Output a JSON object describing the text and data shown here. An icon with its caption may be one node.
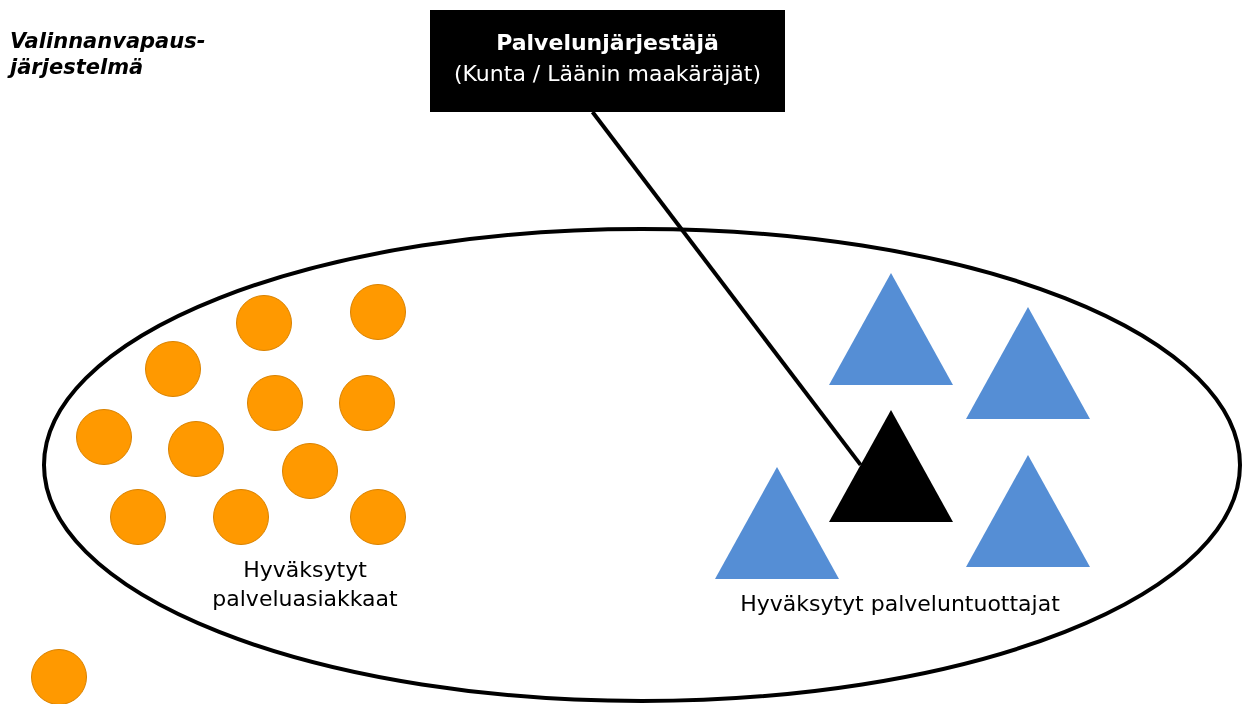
{
  "diagram": {
    "title": "Valinnanvapaus-järjestelmä",
    "nodes": [
      {
        "text": [
          "Palvelunjärjestäjä",
          "(Kunta / Läänin maakäräjät)"
        ]
      },
      {
        "text": [],
        "shape": "ellipse"
      },
      {
        "text": [],
        "shape": "circle",
        "in": 1
      },
      {
        "text": [],
        "shape": "circle",
        "in": 1
      },
      {
        "text": [],
        "shape": "circle",
        "in": 1
      },
      {
        "text": [],
        "shape": "circle",
        "in": 1
      },
      {
        "text": [],
        "shape": "circle",
        "in": 1
      },
      {
        "text": [],
        "shape": "circle",
        "in": 1
      },
      {
        "text": [],
        "shape": "circle",
        "in": 1
      },
      {
        "text": [],
        "shape": "circle",
        "in": 1
      },
      {
        "text": [],
        "shape": "circle",
        "in": 1
      },
      {
        "text": [],
        "shape": "circle",
        "in": 1
      },
      {
        "text": [],
        "shape": "circle",
        "in": 1
      },
      {
        "text": [],
        "shape": "circle"
      },
      {
        "text": [],
        "shape": "triangle",
        "in": 1
      },
      {
        "text": [],
        "shape": "triangle",
        "in": 1
      },
      {
        "text": [],
        "shape": "triangle",
        "in": 1
      },
      {
        "text": [],
        "shape": "triangle",
        "in": 1
      },
      {
        "text": [],
        "shape": "triangle",
        "in": 1
      }
    ],
    "edges": [
      {
        "from": 0,
        "to": 16,
        "arrow": "none"
      }
    ],
    "labels": [
      "Hyväksytyt palveluasiakkaat",
      "Hyväksytyt palveluntuottajat"
    ]
  }
}
